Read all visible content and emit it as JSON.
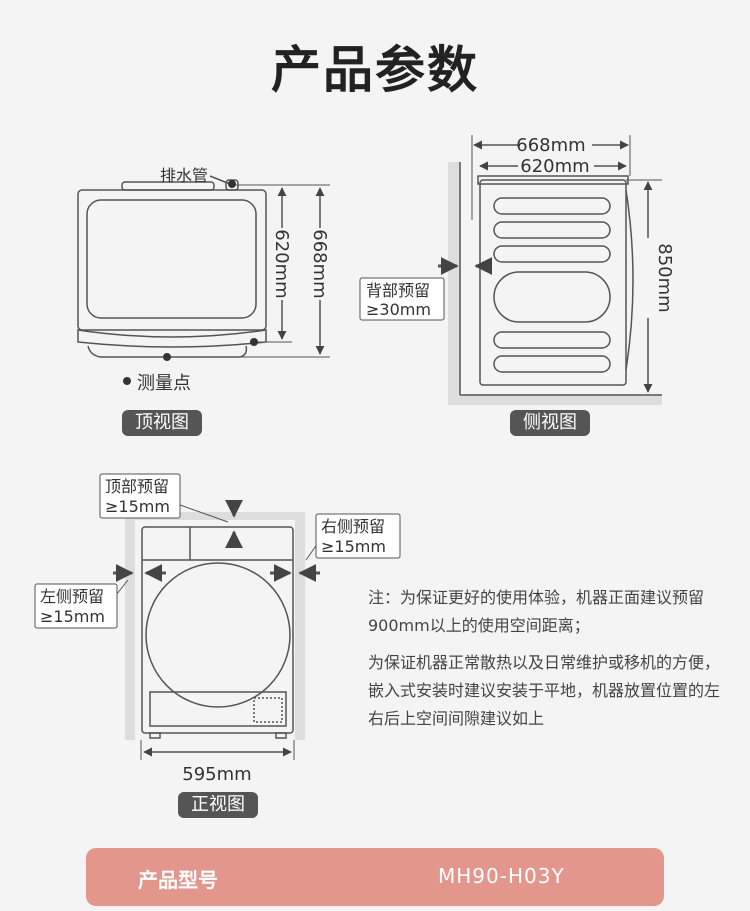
{
  "title": "产品参数",
  "top_view": {
    "drain_label": "排水管",
    "dim_inner": "620mm",
    "dim_outer": "668mm",
    "legend": "测量点",
    "badge": "顶视图"
  },
  "side_view": {
    "dim_outer": "668mm",
    "dim_inner": "620mm",
    "height": "850mm",
    "back_label_1": "背部预留",
    "back_label_2": "≥30mm",
    "badge": "侧视图"
  },
  "front_view": {
    "top_label_1": "顶部预留",
    "top_label_2": "≥15mm",
    "right_label_1": "右侧预留",
    "right_label_2": "≥15mm",
    "left_label_1": "左侧预留",
    "left_label_2": "≥15mm",
    "width": "595mm",
    "badge": "正视图"
  },
  "notes": [
    "注：为保证更好的使用体验，机器正面建议预留900mm以上的使用空间距离；",
    "为保证机器正常散热以及日常维护或移机的方便，嵌入式安装时建议安装于平地，机器放置位置的左右后上空间间隙建议如上"
  ],
  "model": {
    "label": "产品型号",
    "value": "MH90-H03Y"
  },
  "colors": {
    "accent": "#e3978c",
    "badge": "#555555"
  }
}
